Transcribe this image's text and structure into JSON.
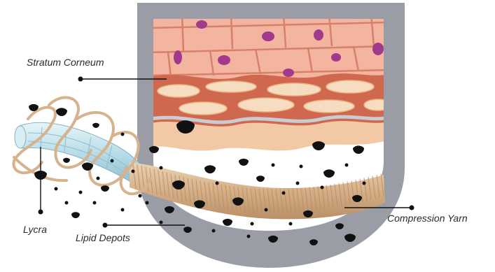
{
  "labels": {
    "stratum_corneum": "Stratum Corneum",
    "lycra": "Lycra",
    "lipid_depots": "Lipid Depots",
    "compression_yarn": "Compression Yarn"
  },
  "colors": {
    "frame": "#9a9da6",
    "cell_fill": "#f3b59f",
    "cell_border": "#d9806a",
    "nucleus": "#a23a8c",
    "dermis_band": "#d0684f",
    "papilla_fill": "#f6dcc0",
    "yarn": "#d8b48c",
    "lycra": "#bfe0ea",
    "lipid": "#111111"
  }
}
